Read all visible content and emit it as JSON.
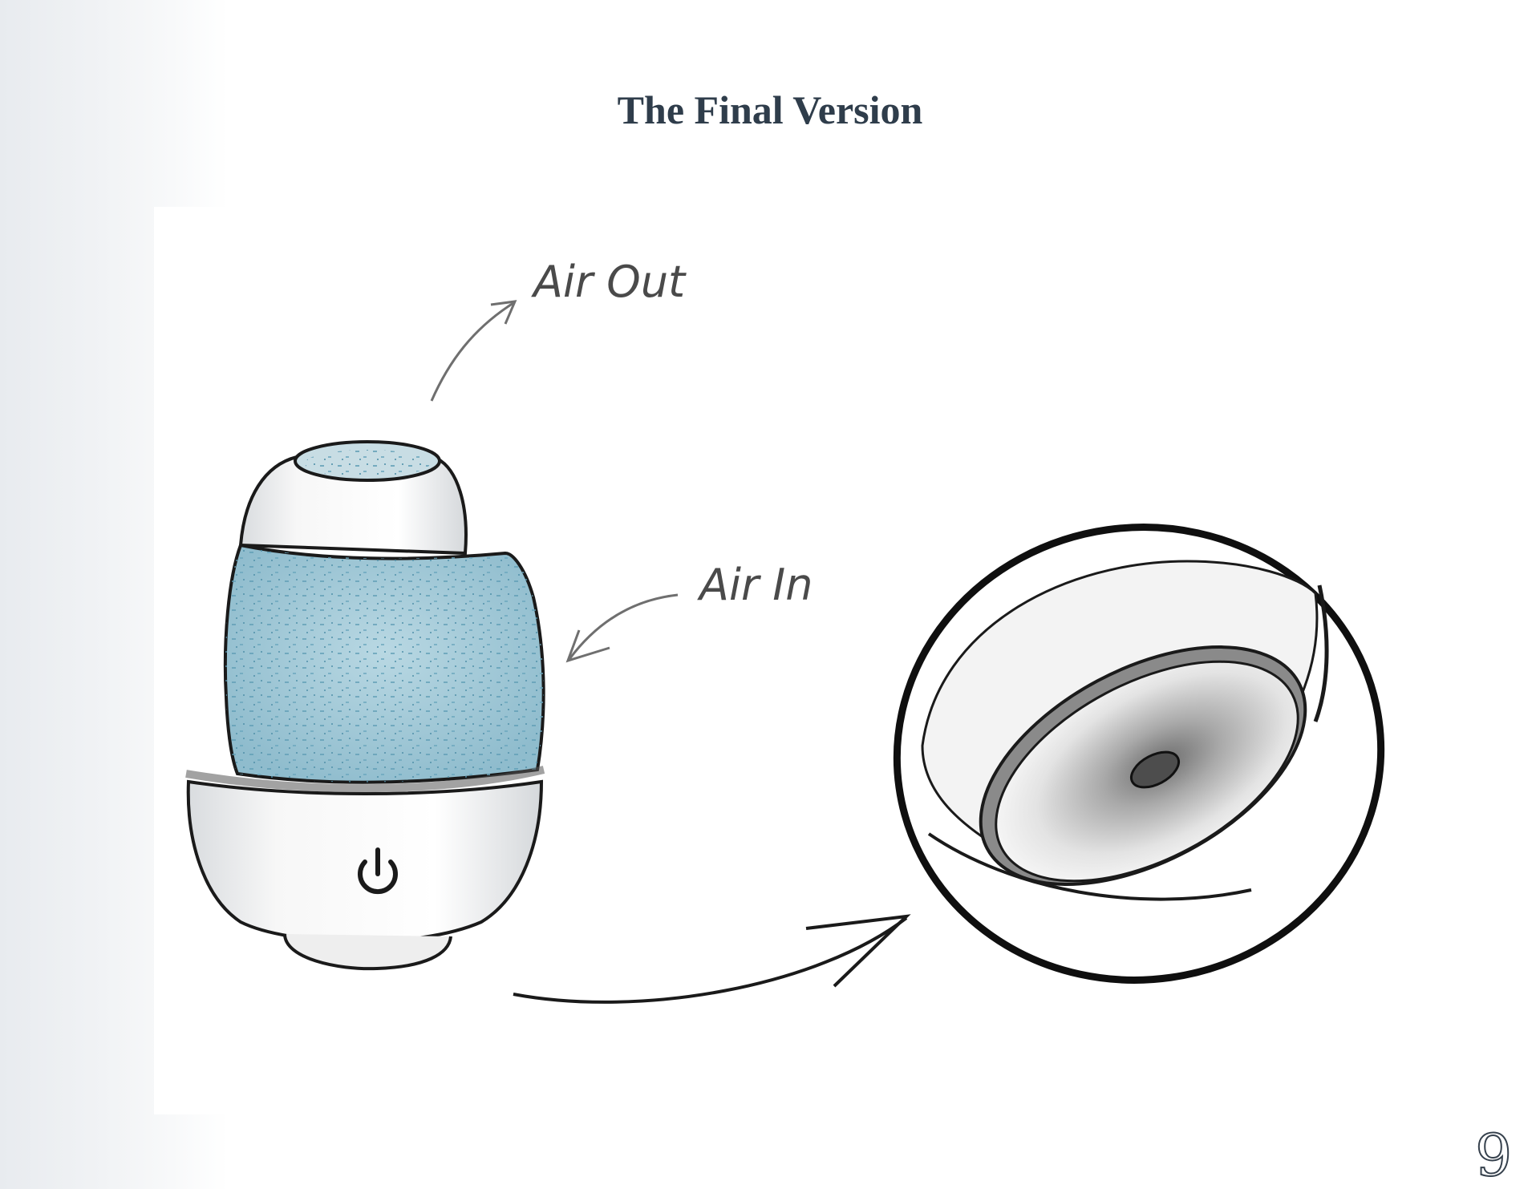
{
  "title": "The Final Version",
  "page_number": "9",
  "labels": {
    "air_out": "Air Out",
    "air_in": "Air In"
  },
  "colors": {
    "title": "#2f3d4b",
    "mesh": "#a8cbd8",
    "ink": "#1a1a1a"
  },
  "icons": [
    "power-icon"
  ]
}
